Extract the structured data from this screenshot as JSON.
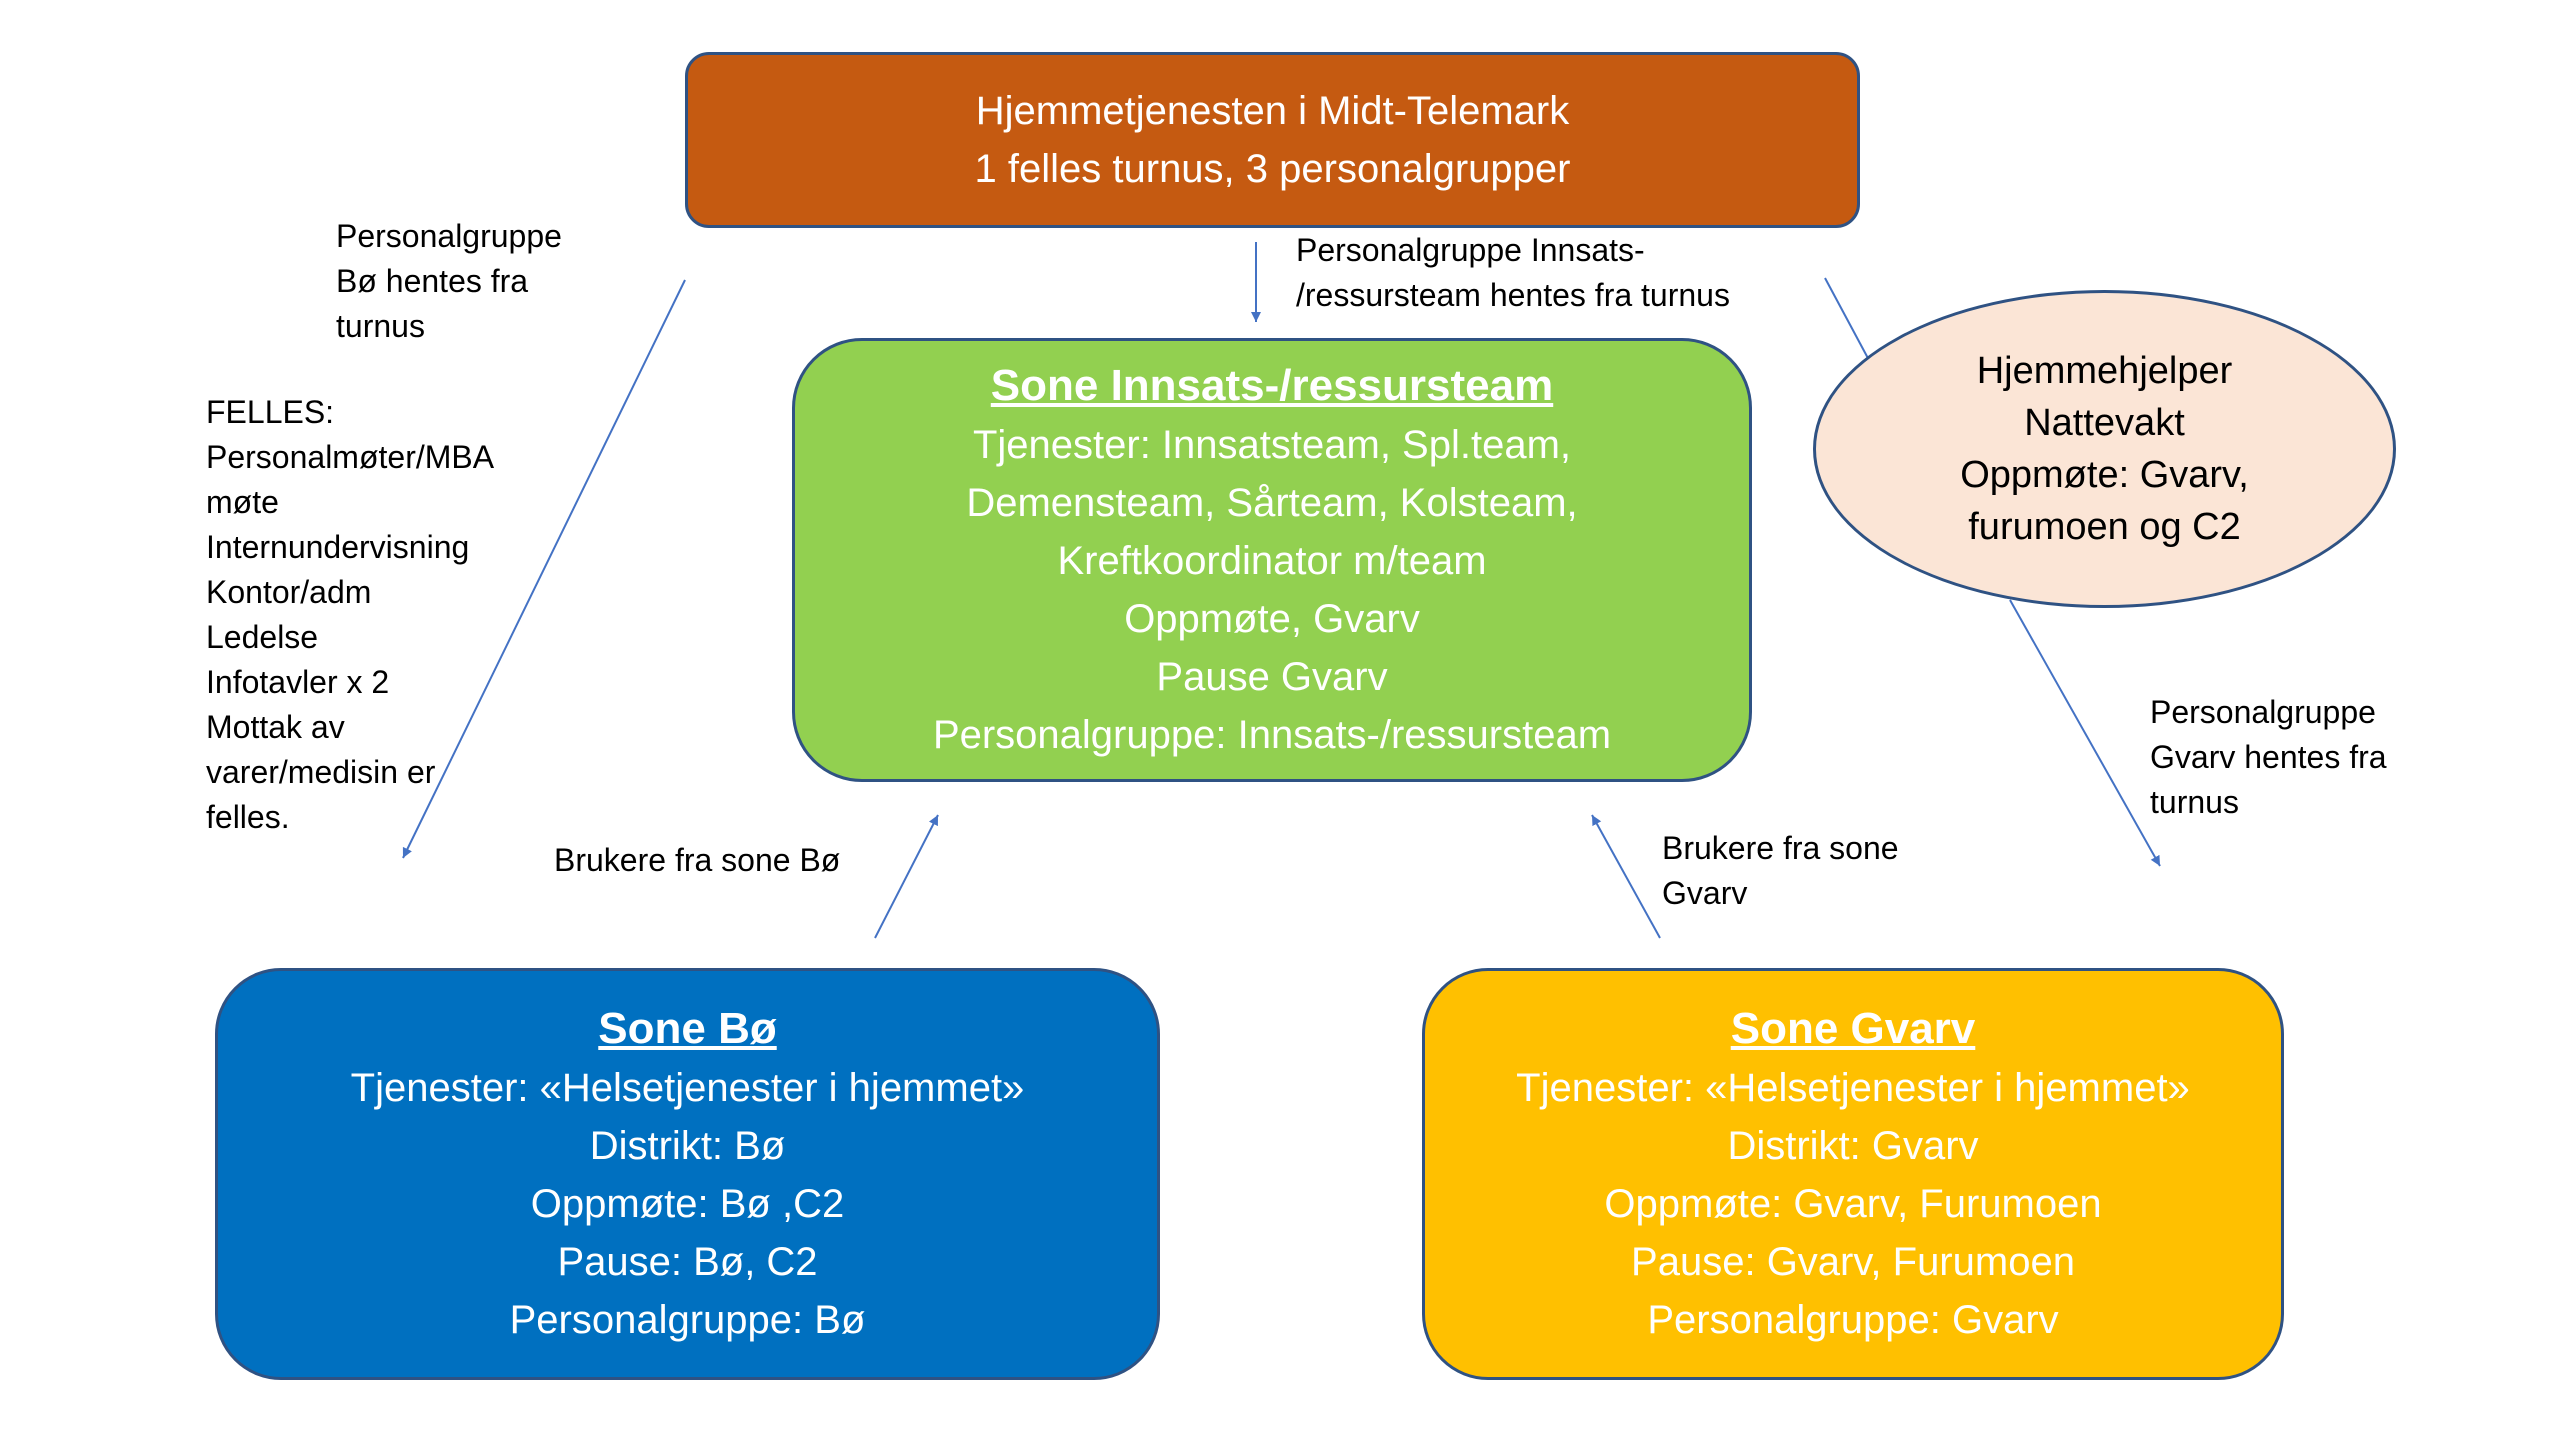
{
  "colors": {
    "top_box": "#c55a11",
    "innsats_box": "#92d050",
    "bo_box": "#0070c0",
    "gvarv_box": "#ffc000",
    "ellipse": "#fbe5d6",
    "border": "#2f5283",
    "arrow": "#4472c4"
  },
  "top_box": {
    "lines": [
      "Hjemmetjenesten i Midt-Telemark",
      "1 felles turnus, 3 personalgrupper"
    ]
  },
  "innsats_box": {
    "title": "Sone Innsats-/ressursteam",
    "lines": [
      "Tjenester: Innsatsteam, Spl.team,",
      "Demensteam, Sårteam, Kolsteam,",
      "Kreftkoordinator m/team",
      "Oppmøte, Gvarv",
      "Pause Gvarv",
      "Personalgruppe: Innsats-/ressursteam"
    ]
  },
  "bo_box": {
    "title": "Sone Bø",
    "lines": [
      "Tjenester: «Helsetjenester i hjemmet»",
      "Distrikt: Bø",
      "Oppmøte: Bø ,C2",
      "Pause: Bø, C2",
      "Personalgruppe: Bø"
    ]
  },
  "gvarv_box": {
    "title": "Sone Gvarv",
    "lines": [
      "Tjenester: «Helsetjenester i hjemmet»",
      "Distrikt: Gvarv",
      "Oppmøte: Gvarv, Furumoen",
      "Pause: Gvarv, Furumoen",
      "Personalgruppe: Gvarv"
    ]
  },
  "ellipse": {
    "lines": [
      "Hjemmehjelper",
      "Nattevakt",
      "Oppmøte: Gvarv,",
      "furumoen og C2"
    ]
  },
  "labels": {
    "personalgruppe_bo": [
      "Personalgruppe",
      "Bø hentes fra",
      "turnus"
    ],
    "personalgruppe_innsats": [
      "Personalgruppe Innsats-",
      "/ressursteam hentes fra turnus"
    ],
    "personalgruppe_gvarv": [
      "Personalgruppe",
      "Gvarv hentes fra",
      "turnus"
    ],
    "felles": [
      "FELLES:",
      "Personalmøter/MBA",
      "møte",
      "Internundervisning",
      "Kontor/adm",
      "Ledelse",
      "Infotavler x 2",
      "Mottak av",
      "varer/medisin er",
      "felles."
    ],
    "brukere_bo": [
      "Brukere fra sone Bø"
    ],
    "brukere_gvarv": [
      "Brukere fra sone",
      "Gvarv"
    ]
  }
}
